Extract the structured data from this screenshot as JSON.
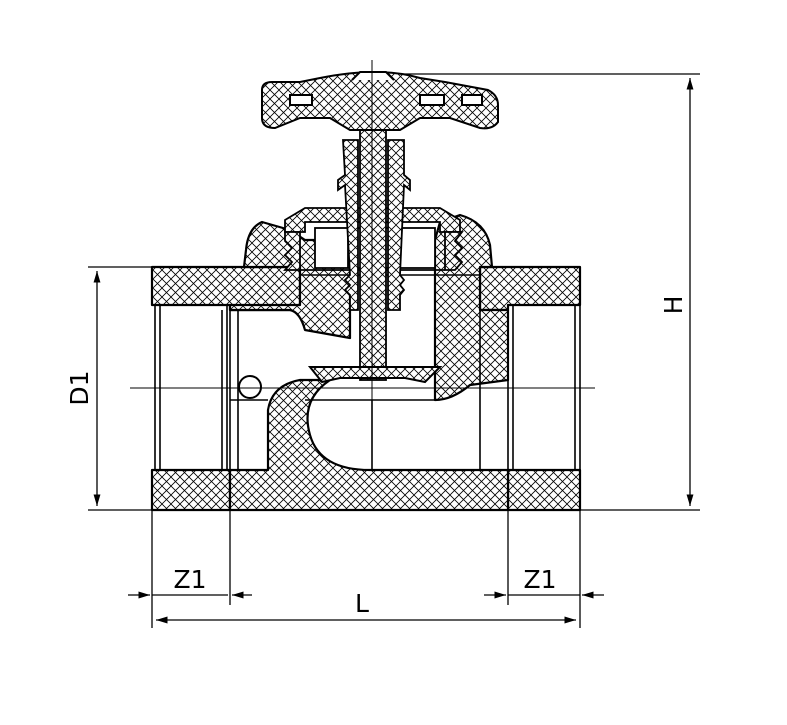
{
  "drawing": {
    "type": "technical-section-drawing",
    "subject": "diaphragm-valve-icon",
    "line_color": "#000000",
    "background": "#ffffff",
    "hatch": "cross-hatch"
  },
  "dimensions": {
    "height_label": "H",
    "diameter_label": "D1",
    "length_label": "L",
    "left_engagement_label": "Z1",
    "right_engagement_label": "Z1"
  }
}
